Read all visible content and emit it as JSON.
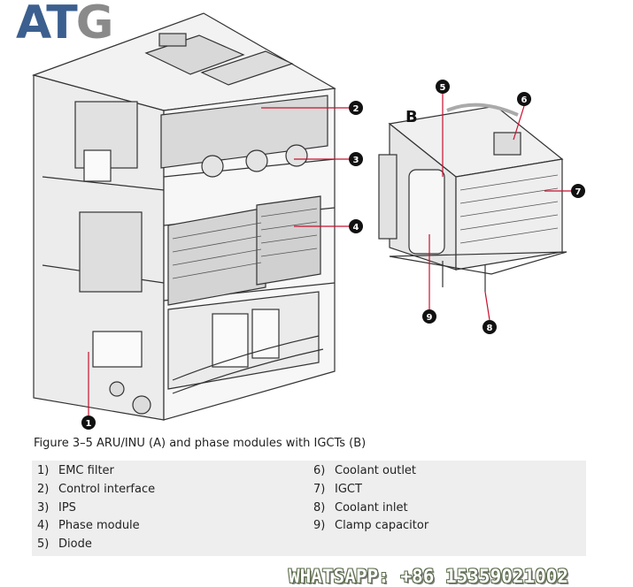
{
  "logo": {
    "text_a": "AT",
    "text_g": "G"
  },
  "label_b": "B",
  "callouts": [
    "1",
    "2",
    "3",
    "4",
    "5",
    "6",
    "7",
    "8",
    "9"
  ],
  "caption": "Figure 3–5 ARU/INU (A) and phase modules with IGCTs (B)",
  "legend": {
    "left": [
      {
        "num": "1)",
        "label": "EMC filter"
      },
      {
        "num": "2)",
        "label": "Control interface"
      },
      {
        "num": "3)",
        "label": "IPS"
      },
      {
        "num": "4)",
        "label": "Phase module"
      },
      {
        "num": "5)",
        "label": "Diode"
      }
    ],
    "right": [
      {
        "num": "6)",
        "label": "Coolant outlet"
      },
      {
        "num": "7)",
        "label": "IGCT"
      },
      {
        "num": "8)",
        "label": "Coolant inlet"
      },
      {
        "num": "9)",
        "label": "Clamp capacitor"
      }
    ]
  },
  "watermark": "WHATSAPP: +86 15359021002",
  "colors": {
    "callout_line": "#c8102e",
    "logo_blue": "#3b5f8f",
    "legend_bg": "#eeeeee"
  }
}
